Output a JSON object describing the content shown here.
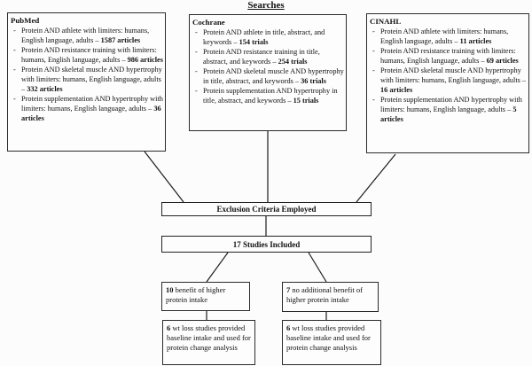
{
  "title": "Searches",
  "colors": {
    "background": "#fcfcfc",
    "box_border": "#2b2b2b",
    "text": "#111111",
    "connector_line": "#1c1c1c"
  },
  "databases": [
    {
      "name": "PubMed",
      "items": [
        {
          "text": "Protein AND athlete with limiters: humans, English language, adults – ",
          "bold": "1587 articles"
        },
        {
          "text": "Protein AND resistance training with limiters: humans, English language, adults – ",
          "bold": "986 articles"
        },
        {
          "text": "Protein AND skeletal muscle AND hypertrophy with limiters: humans, English language, adults – ",
          "bold": "332 articles"
        },
        {
          "text": "Protein supplementation AND hypertrophy with limiters: humans, English language, adults – ",
          "bold": "36 articles"
        }
      ]
    },
    {
      "name": "Cochrane",
      "items": [
        {
          "text": "Protein AND athlete in title, abstract, and keywords – ",
          "bold": "154 trials"
        },
        {
          "text": "Protein AND resistance training in title, abstract, and keywords – ",
          "bold": "254 trials"
        },
        {
          "text": "Protein AND skeletal muscle AND hypertrophy in title, abstract, and keywords – ",
          "bold": "36 trials"
        },
        {
          "text": "Protein supplementation AND hypertrophy in title, abstract, and keywords – ",
          "bold": "15 trials"
        }
      ]
    },
    {
      "name": "CINAHL",
      "items": [
        {
          "text": "Protein AND athlete with limiters: humans, English language, adults – ",
          "bold": "11 articles"
        },
        {
          "text": "Protein AND resistance training with limiters: humans, English language, adults – ",
          "bold": "69 articles"
        },
        {
          "text": "Protein AND skeletal muscle AND hypertrophy with limiters: humans, English language, adults – ",
          "bold": "16 articles"
        },
        {
          "text": "Protein supplementation AND hypertrophy with limiters: humans, English language, adults – ",
          "bold": "5 articles"
        }
      ]
    }
  ],
  "flow": {
    "exclusion_label": "Exclusion Criteria Employed",
    "included_label": "17 Studies Included",
    "benefit_left": {
      "count": "10",
      "text": " benefit of higher protein intake"
    },
    "benefit_right": {
      "count": "7",
      "text": " no additional benefit of higher protein intake"
    },
    "wt_loss_left": {
      "count": "6",
      "text": " wt loss studies provided baseline intake and used for protein change analysis"
    },
    "wt_loss_right": {
      "count": "6",
      "text": " wt loss studies provided baseline intake and used for protein change analysis"
    }
  }
}
